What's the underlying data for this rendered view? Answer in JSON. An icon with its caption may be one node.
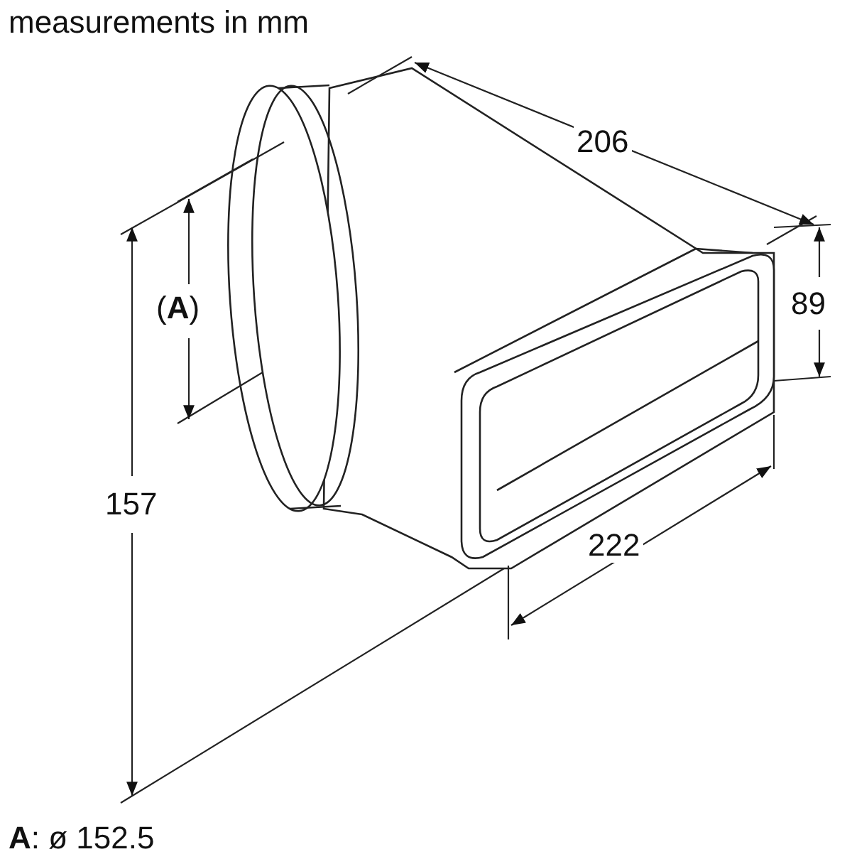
{
  "diagram": {
    "labels": [
      "measurements in mm",
      "206",
      "(**A**)",
      "89",
      "157",
      "222",
      "**A**: ø 152.5"
    ]
  }
}
